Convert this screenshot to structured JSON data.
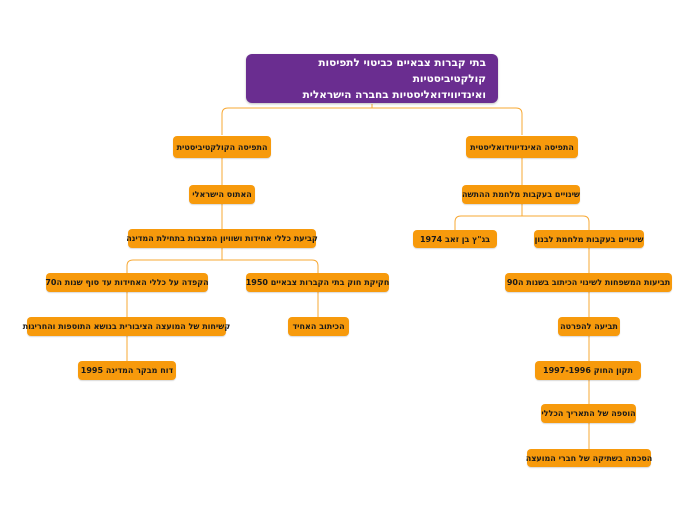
{
  "root": {
    "line1": "בתי קברות צבאיים כביטוי לתפיסות קולקטיביסטיות",
    "line2": "ואינדיווידואליסטיות בחברה הישראלית"
  },
  "individualist": {
    "title": "התפיסה האינדיווידואליסטית",
    "after_war": "שינויים בעקבות מלחמת ההתשה",
    "ben_zeev": "בג\"ץ בן זאב 1974",
    "lebanon": "שינויים בעקבות מלחמת לבנון",
    "family_demands": "תביעות המשפחות לשינוי הכיתוב בשנות ה90",
    "petition": "תביעה להפרטה",
    "law_amendment": "תקון החוק 1997-1996",
    "civil_date": "הוספה של התאריך הכללי",
    "council_consent": "הסכמה בשתיקה של חברי המועצה"
  },
  "collectivist": {
    "title": "התפיסה הקולקטיביסטית",
    "ethos": "האתוס הישראלי",
    "rules": "קביעת כללי אחידות ושוויון המצבות בתחילת המדינה",
    "law_1950": "חקיקת חוק בתי הקברות צבאיים 1950",
    "inscription": "הכיתוב האחיד",
    "strict_70s": "הקפדה על כללי האחידות עד סוף שנות ה70",
    "council_rigidity": "קשיחות של המועצה הציבורית בנושא התוספות והחריגות",
    "comptroller": "דוח מבקר המדינה 1995"
  },
  "colors": {
    "root": "#6a2d90",
    "node": "#f79a0c",
    "connector": "#f7a833"
  }
}
